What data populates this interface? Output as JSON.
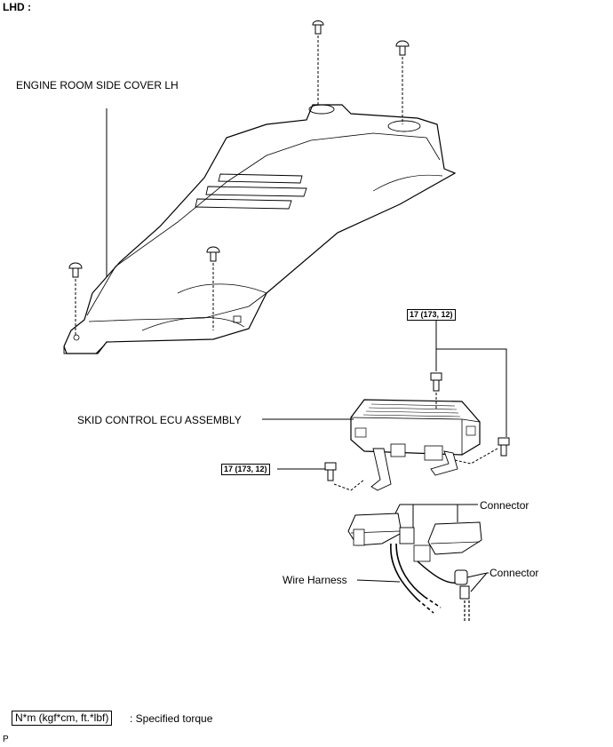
{
  "header": {
    "label": "LHD :"
  },
  "labels": {
    "cover": "ENGINE ROOM SIDE COVER LH",
    "ecu": "SKID CONTROL ECU ASSEMBLY",
    "connector_1": "Connector",
    "connector_2": "Connector",
    "wire_harness": "Wire Harness"
  },
  "torque": {
    "top": "17 (173, 12)",
    "left": "17 (173, 12)"
  },
  "legend": {
    "box": "N*m (kgf*cm, ft.*lbf)",
    "text": ": Specified torque"
  },
  "footer": {
    "code": "P"
  }
}
